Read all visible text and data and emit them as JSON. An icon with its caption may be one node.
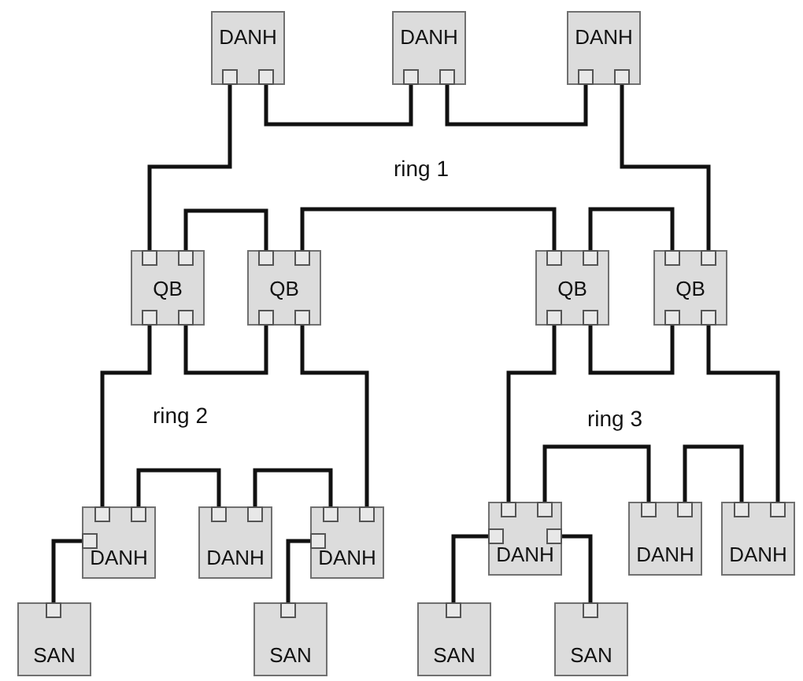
{
  "diagram": {
    "nodes": [
      {
        "text": [
          "DANH"
        ]
      },
      {
        "text": [
          "DANH"
        ]
      },
      {
        "text": [
          "DANH"
        ]
      },
      {
        "text": [
          "QB"
        ]
      },
      {
        "text": [
          "QB"
        ]
      },
      {
        "text": [
          "QB"
        ]
      },
      {
        "text": [
          "QB"
        ]
      },
      {
        "text": [
          "DANH"
        ]
      },
      {
        "text": [
          "DANH"
        ]
      },
      {
        "text": [
          "DANH"
        ]
      },
      {
        "text": [
          "DANH"
        ]
      },
      {
        "text": [
          "DANH"
        ]
      },
      {
        "text": [
          "DANH"
        ]
      },
      {
        "text": [
          "SAN"
        ]
      },
      {
        "text": [
          "SAN"
        ]
      },
      {
        "text": [
          "SAN"
        ]
      },
      {
        "text": [
          "SAN"
        ]
      }
    ],
    "edges": [
      {
        "from": 0,
        "to": 3,
        "arrow": "none"
      },
      {
        "from": 0,
        "to": 1,
        "arrow": "none"
      },
      {
        "from": 1,
        "to": 2,
        "arrow": "none"
      },
      {
        "from": 2,
        "to": 6,
        "arrow": "none"
      },
      {
        "from": 3,
        "to": 4,
        "arrow": "none"
      },
      {
        "from": 4,
        "to": 5,
        "arrow": "none"
      },
      {
        "from": 5,
        "to": 6,
        "arrow": "none"
      },
      {
        "from": 3,
        "to": 7,
        "arrow": "none"
      },
      {
        "from": 3,
        "to": 4,
        "arrow": "none"
      },
      {
        "from": 4,
        "to": 9,
        "arrow": "none"
      },
      {
        "from": 7,
        "to": 8,
        "arrow": "none"
      },
      {
        "from": 8,
        "to": 9,
        "arrow": "none"
      },
      {
        "from": 5,
        "to": 10,
        "arrow": "none"
      },
      {
        "from": 5,
        "to": 6,
        "arrow": "none"
      },
      {
        "from": 6,
        "to": 12,
        "arrow": "none"
      },
      {
        "from": 10,
        "to": 11,
        "arrow": "none"
      },
      {
        "from": 11,
        "to": 12,
        "arrow": "none"
      },
      {
        "from": 7,
        "to": 13,
        "arrow": "none"
      },
      {
        "from": 9,
        "to": 14,
        "arrow": "none"
      },
      {
        "from": 10,
        "to": 15,
        "arrow": "none"
      },
      {
        "from": 10,
        "to": 16,
        "arrow": "none"
      }
    ],
    "labels": [
      "ring 1",
      "ring 2",
      "ring 3"
    ]
  }
}
